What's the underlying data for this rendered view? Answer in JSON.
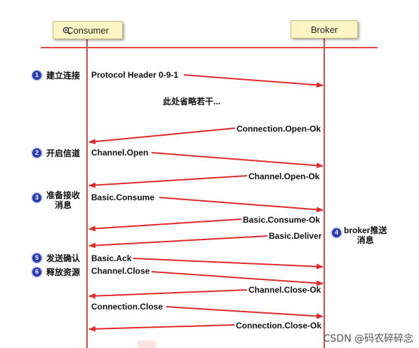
{
  "actors": {
    "consumer": "Consumer",
    "broker": "Broker"
  },
  "steps": [
    {
      "num": "1",
      "label": "建立连接"
    },
    {
      "num": "2",
      "label": "开启信道"
    },
    {
      "num": "3",
      "label": "准备接收\n消息"
    },
    {
      "num": "4",
      "label": "broker推送\n消息"
    },
    {
      "num": "5",
      "label": "发送确认"
    },
    {
      "num": "6",
      "label": "释放资源"
    }
  ],
  "note": "此处省略若干...",
  "messages": [
    {
      "label": "Protocol Header 0-9-1",
      "direction": "to-broker"
    },
    {
      "label": "Connection.Open-Ok",
      "direction": "to-consumer"
    },
    {
      "label": "Channel.Open",
      "direction": "to-broker"
    },
    {
      "label": "Channel.Open-Ok",
      "direction": "to-consumer"
    },
    {
      "label": "Basic.Consume",
      "direction": "to-broker"
    },
    {
      "label": "Basic.Consume-Ok",
      "direction": "to-consumer"
    },
    {
      "label": "Basic.Deliver",
      "direction": "to-consumer"
    },
    {
      "label": "Basic.Ack",
      "direction": "to-broker"
    },
    {
      "label": "Channel.Close",
      "direction": "to-broker"
    },
    {
      "label": "Channel.Close-Ok",
      "direction": "to-consumer"
    },
    {
      "label": "Connection.Close",
      "direction": "to-broker"
    },
    {
      "label": "Connection.Close-Ok",
      "direction": "to-consumer"
    }
  ],
  "watermark": "CSDN @码农碎碎念",
  "colors": {
    "lifeline": "#e5473b",
    "arrow": "#e02a2a",
    "actor_fill": "#fdf5c4",
    "badge": "#2b3bb3"
  }
}
